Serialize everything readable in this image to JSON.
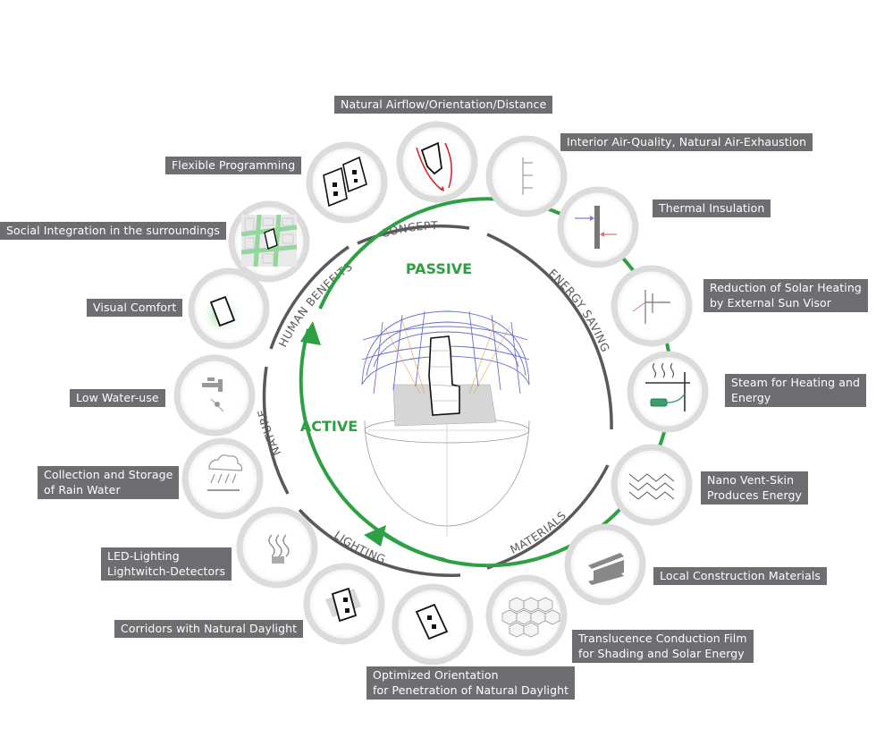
{
  "cycle": {
    "passive_label": "PASSIVE",
    "active_label": "ACTIVE"
  },
  "segments": {
    "concept": "CONCEPT",
    "energy_saving": "ENERGY SAVING",
    "materials": "MATERIALS",
    "lighting": "LIGHTING",
    "nature": "NATURE",
    "human_benefits": "HUMAN BENEFITS"
  },
  "features": {
    "natural_airflow": [
      "Natural Airflow/Orientation/Distance"
    ],
    "interior_air": [
      "Interior Air-Quality, Natural Air-Exhaustion"
    ],
    "thermal_insulation": [
      "Thermal Insulation"
    ],
    "solar_heating": [
      "Reduction of Solar Heating",
      "by External Sun Visor"
    ],
    "steam": [
      "Steam for Heating and",
      "Energy"
    ],
    "nano_vent": [
      "Nano Vent-Skin",
      "Produces Energy"
    ],
    "local_materials": [
      "Local Construction Materials"
    ],
    "translucence": [
      "Translucence Conduction Film",
      "for Shading and Solar Energy"
    ],
    "optimized_orientation": [
      "Optimized Orientation",
      "for Penetration of Natural Daylight"
    ],
    "corridors": [
      "Corridors with Natural Daylight"
    ],
    "led_lighting": [
      "LED-Lighting",
      "Lightwitch-Detectors"
    ],
    "rain_water": [
      "Collection and Storage",
      "of Rain Water"
    ],
    "low_water": [
      "Low Water-use"
    ],
    "visual_comfort": [
      "Visual Comfort"
    ],
    "social_integration": [
      "Social Integration in the surroundings"
    ],
    "flexible_programming": [
      "Flexible Programming"
    ]
  },
  "colors": {
    "green": "#2ea043",
    "label_bg": "#6d6e71",
    "arc_gray": "#58595b",
    "circle_ring": "#dcdcdc"
  }
}
